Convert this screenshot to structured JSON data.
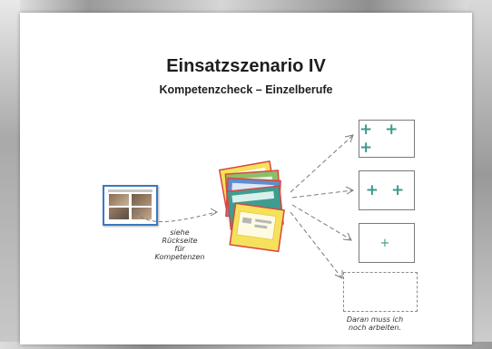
{
  "slide": {
    "title": "Einsatzszenario IV",
    "subtitle": "Kompetenzcheck – Einzelberufe"
  },
  "notes": {
    "left": "siehe Rückseite für Kompetenzen",
    "left_lines": [
      "siehe",
      "Rückseite",
      "für",
      "Kompetenzen"
    ],
    "bottom": "Daran muss ich noch arbeiten.",
    "bottom_lines": [
      "Daran muss ich",
      "noch arbeiten."
    ]
  },
  "results": [
    {
      "symbol": "+ + +",
      "level": 3
    },
    {
      "symbol": "+ +",
      "level": 2
    },
    {
      "symbol": "+",
      "level": 1
    },
    {
      "symbol": "",
      "level": 0
    }
  ],
  "colors": {
    "plus": "#3d9a8a",
    "photo_border": "#3b78c3",
    "card_yellow": "#f5e15b",
    "card_border_red": "#d9463f",
    "card_green": "#8bbf6a",
    "card_blue": "#5b8fd1",
    "card_teal": "#3e9d90",
    "arrow": "#7a7a7a"
  },
  "icons": {
    "photo": "photo-collage-card-icon",
    "cards": "card-stack-icon"
  }
}
